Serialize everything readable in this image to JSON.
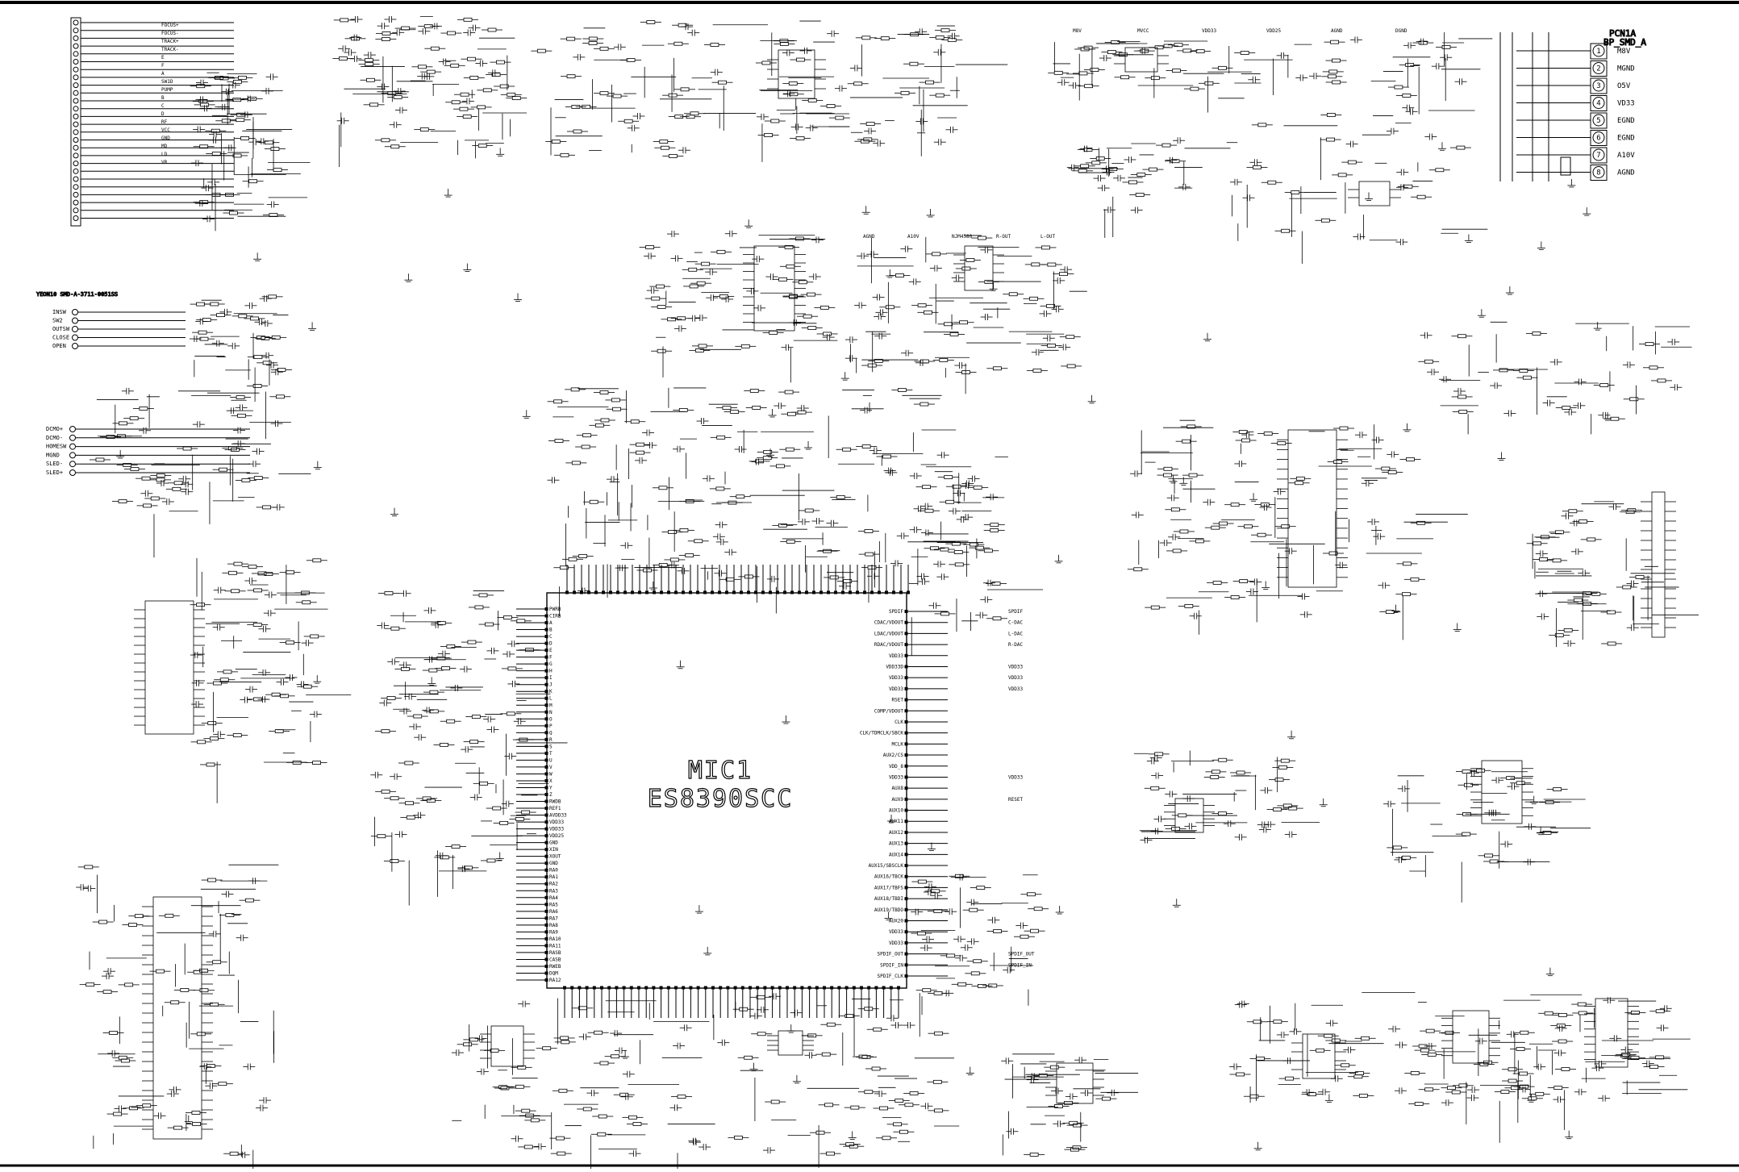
{
  "mic": {
    "ref": "MIC1",
    "part": "ES8390SCC",
    "left_pins": [
      "PWRB",
      "CIRB",
      "A",
      "B",
      "C",
      "D",
      "E",
      "F",
      "G",
      "H",
      "I",
      "J",
      "K",
      "L",
      "M",
      "N",
      "O",
      "P",
      "Q",
      "R",
      "S",
      "T",
      "U",
      "V",
      "W",
      "X",
      "Y",
      "Z",
      "RWDB",
      "REF1",
      "AVDD33",
      "VDD33",
      "VDD33",
      "VDD25",
      "GND",
      "XIN",
      "XOUT",
      "GND",
      "RA0",
      "RA1",
      "RA2",
      "RA3",
      "RA4",
      "RA5",
      "RA6",
      "RA7",
      "RA8",
      "RA9",
      "RA10",
      "RA11",
      "RASB",
      "CASB",
      "RWEB",
      "DQM",
      "RA12"
    ],
    "right_pins": [
      "SPDIF",
      "CDAC/VDOUT",
      "LDAC/VDOUT",
      "RDAC/VDOUT",
      "VDD33",
      "VDD33D",
      "VDD33",
      "VDD33",
      "RSET",
      "COMP/VDOUT",
      "CLK",
      "CLK/TDMCLK/SBCK",
      "MCLK",
      "AUX2/CS",
      "VDD_8",
      "VDD33",
      "AUX8",
      "AUX9",
      "AUX10",
      "AUX11",
      "AUX12",
      "AUX13",
      "AUX14",
      "AUX15/SBSCLK",
      "AUX16/TBCK",
      "AUX17/TBFS",
      "AUX18/TBDI",
      "AUX19/TBDO",
      "AUX20",
      "VDD33",
      "VDD33",
      "SPDIF_OUT",
      "SPDIF_IN",
      "SPDIF_CLK"
    ],
    "right_nets": [
      "SPDIF",
      "C-DAC",
      "L-DAC",
      "R-DAC",
      "",
      "VDD33",
      "VDD33",
      "VDD33",
      "",
      "",
      "",
      "",
      "",
      "",
      "",
      "VDD33",
      "",
      "RESET",
      "",
      "",
      "",
      "",
      "",
      "",
      "",
      "",
      "",
      "",
      "",
      "",
      "",
      "SPDIF_OUT",
      "SPDIF_IN",
      ""
    ]
  },
  "pcn": {
    "title": "PCN1A",
    "part": "BP_SMD_A",
    "pins": [
      {
        "num": "1",
        "label": "M8V"
      },
      {
        "num": "2",
        "label": "MGND"
      },
      {
        "num": "3",
        "label": "O5V"
      },
      {
        "num": "4",
        "label": "VD33"
      },
      {
        "num": "5",
        "label": "EGND"
      },
      {
        "num": "6",
        "label": "EGND"
      },
      {
        "num": "7",
        "label": "A10V"
      },
      {
        "num": "8",
        "label": "AGND"
      }
    ]
  },
  "front_conn": {
    "title": "YEON10 SMD-A-3711-0051SS",
    "pins": [
      "INSW",
      "SW2",
      "OUTSW",
      "CLOSE",
      "OPEN"
    ]
  },
  "motor_conn": {
    "pins": [
      "DCMO+",
      "DCMO-",
      "HOMESW",
      "MGND",
      "SLED-",
      "SLED+"
    ]
  },
  "tuner": {
    "pins": [
      "FOCUS+",
      "FOCUS-",
      "TRACK+",
      "TRACK-",
      "E",
      "F",
      "A",
      "SW1D",
      "PUMP",
      "B",
      "C",
      "D",
      "RF",
      "VCC",
      "GND",
      "MD",
      "LD",
      "VR"
    ]
  },
  "amps": {
    "labels": [
      "AGND",
      "A10V",
      "NJM4580",
      "R-OUT",
      "L-OUT"
    ]
  },
  "regulators": {
    "labels": [
      "M8V",
      "MVCC",
      "VDD33",
      "VDD25",
      "AGND",
      "DGND"
    ]
  }
}
